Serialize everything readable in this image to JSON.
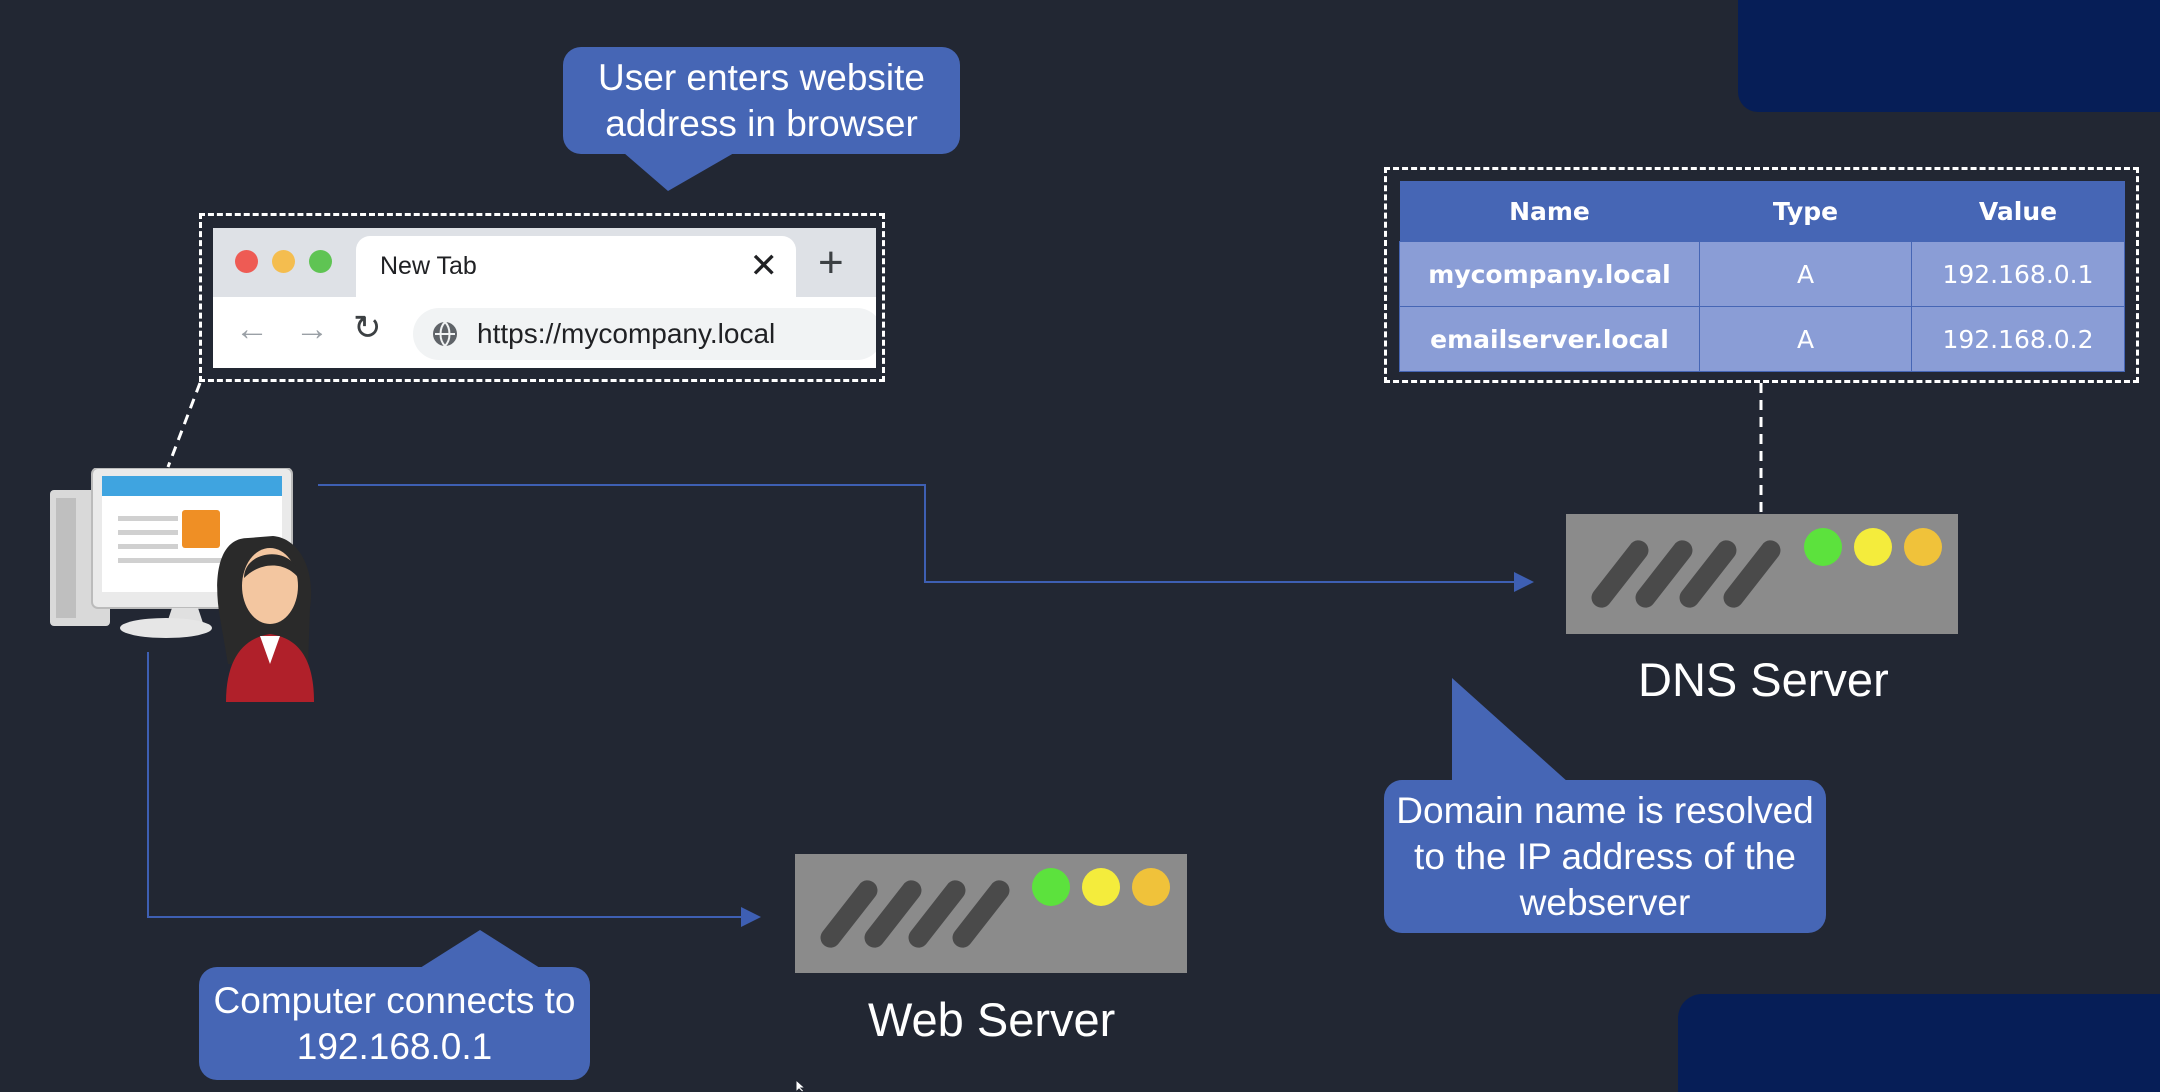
{
  "callouts": {
    "browser_step": [
      "User enters website",
      "address in browser"
    ],
    "dns_step": [
      "Domain name is resolved",
      "to the IP address of the",
      "webserver"
    ],
    "connect_step": [
      "Computer connects to",
      "192.168.0.1"
    ]
  },
  "browser": {
    "tab_title": "New Tab",
    "close_glyph": "✕",
    "new_tab_glyph": "+",
    "back_glyph": "←",
    "forward_glyph": "→",
    "reload_glyph": "↻",
    "url": "https://mycompany.local"
  },
  "dns_table": {
    "headers": [
      "Name",
      "Type",
      "Value"
    ],
    "rows": [
      [
        "mycompany.local",
        "A",
        "192.168.0.1"
      ],
      [
        "emailserver.local",
        "A",
        "192.168.0.2"
      ]
    ]
  },
  "servers": {
    "dns_label": "DNS Server",
    "web_label": "Web Server"
  },
  "colors": {
    "background": "#222733",
    "callout": "#4666b5",
    "table_header": "#4666b5",
    "table_cell": "#8a9dd6",
    "connector": "#3e5fb3",
    "led_green": "#5ce23d",
    "led_yellow": "#f4ec3c",
    "led_orange": "#f0c23a",
    "corner_block": "#061e57"
  },
  "icons": [
    "computer-user-icon",
    "globe-icon",
    "server-icon"
  ]
}
